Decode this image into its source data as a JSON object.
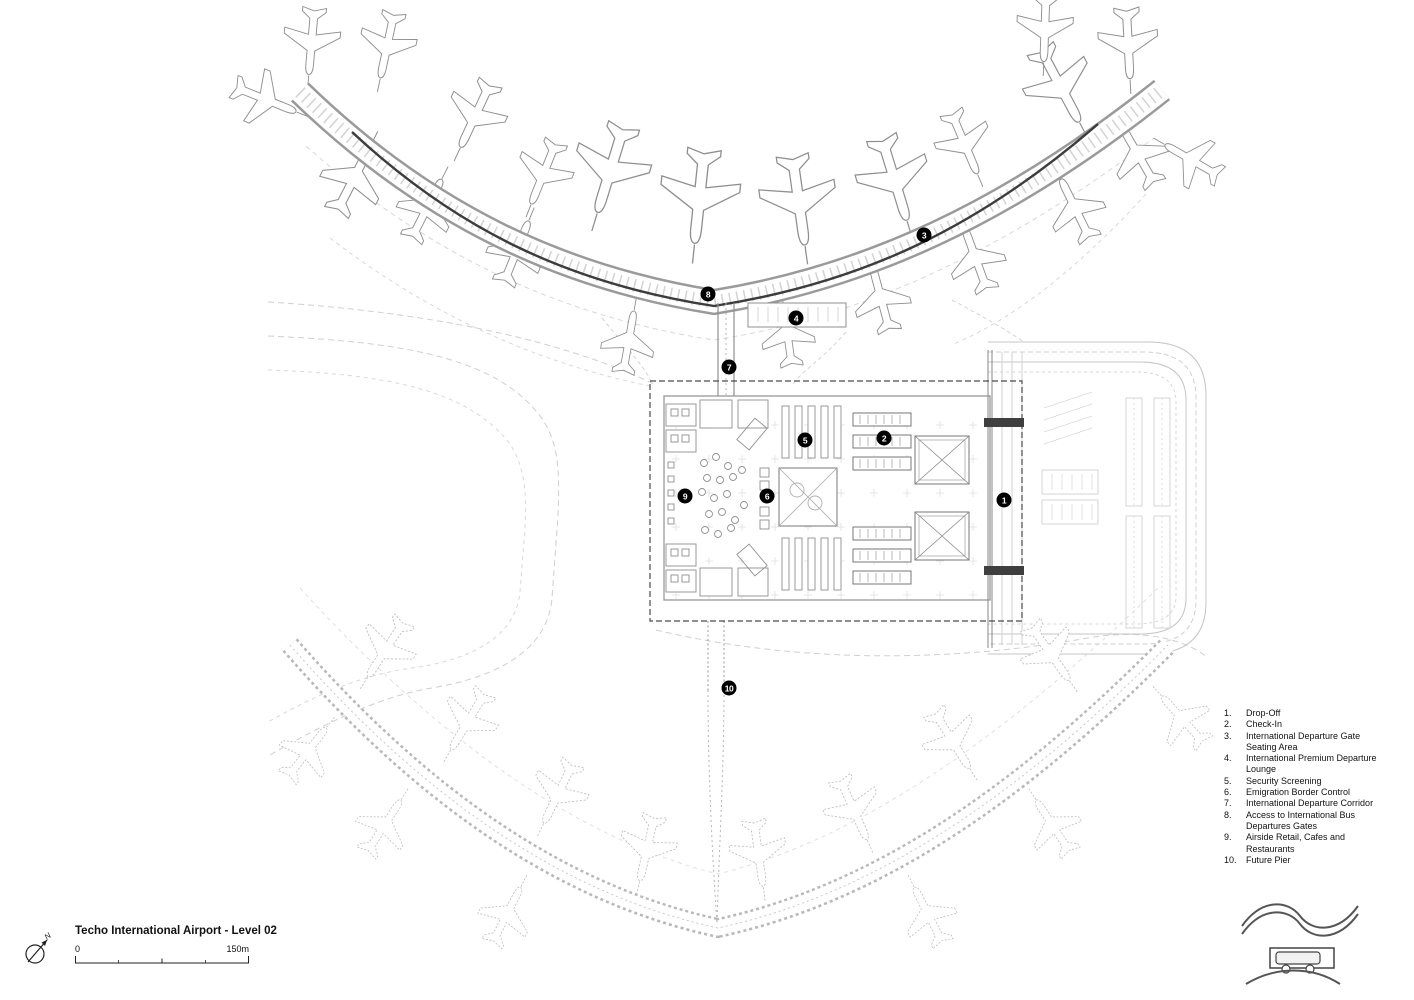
{
  "title_block": {
    "title": "Techo International Airport  - Level 02",
    "scale_start": "0",
    "scale_end": "150m",
    "north_label": "N"
  },
  "legend": {
    "items": [
      {
        "num": "1.",
        "label": "Drop-Off"
      },
      {
        "num": "2.",
        "label": "Check-In"
      },
      {
        "num": "3.",
        "label": "International Departure Gate\nSeating Area"
      },
      {
        "num": "4.",
        "label": "International Premium Departure\nLounge"
      },
      {
        "num": "5.",
        "label": "Security Screening"
      },
      {
        "num": "6.",
        "label": "Emigration Border Control"
      },
      {
        "num": "7.",
        "label": "International Departure Corridor"
      },
      {
        "num": "8.",
        "label": "Access to International Bus\nDepartures Gates"
      },
      {
        "num": "9.",
        "label": "Airside Retail, Cafes and Restaurants"
      },
      {
        "num": "10.",
        "label": "Future Pier"
      }
    ]
  },
  "markers": [
    {
      "label": "1"
    },
    {
      "label": "2"
    },
    {
      "label": "3"
    },
    {
      "label": "4"
    },
    {
      "label": "5"
    },
    {
      "label": "6"
    },
    {
      "label": "7"
    },
    {
      "label": "8"
    },
    {
      "label": "9"
    },
    {
      "label": "10"
    }
  ],
  "icons": {
    "airplane": "airplane-icon",
    "airplane_future": "airplane-dotted-icon",
    "north_arrow": "north-arrow-icon",
    "vignette": "ground-transport-sketch"
  },
  "colors": {
    "marker_fill": "#000000",
    "marker_text": "#ffffff",
    "walkway_line": "#3c3c3c",
    "road_line": "#c8c8c8",
    "pier_outline": "#9a9a9a",
    "background": "#ffffff"
  }
}
